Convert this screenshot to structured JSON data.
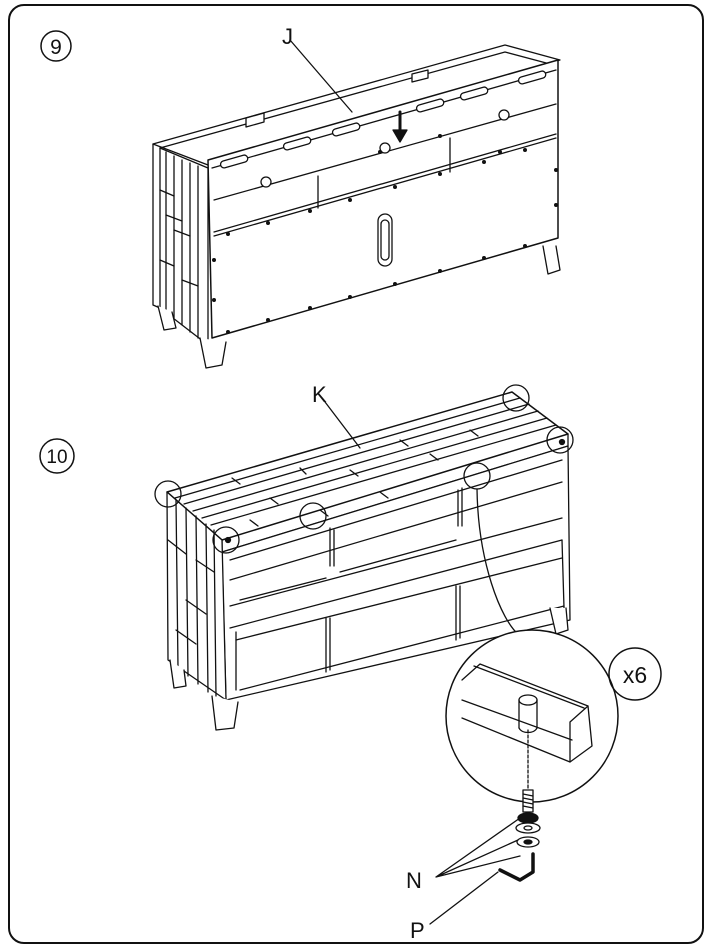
{
  "steps": [
    {
      "number": "9",
      "part_label": "J"
    },
    {
      "number": "10",
      "part_label": "K",
      "detail_count": "x6",
      "hardware_labels": [
        "N",
        "P"
      ]
    }
  ]
}
